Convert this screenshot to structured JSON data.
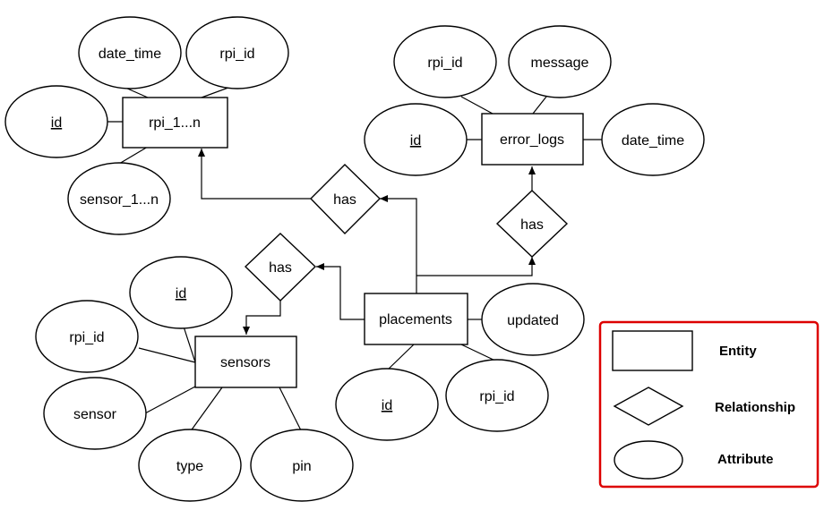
{
  "entities": {
    "rpi": "rpi_1...n",
    "error_logs": "error_logs",
    "sensors": "sensors",
    "placements": "placements"
  },
  "relationships": {
    "placements_rpi": "has",
    "placements_error_logs": "has",
    "placements_sensors": "has"
  },
  "attributes": {
    "rpi_date_time": "date_time",
    "rpi_rpi_id": "rpi_id",
    "rpi_id": "id",
    "rpi_sensor": "sensor_1...n",
    "err_rpi_id": "rpi_id",
    "err_message": "message",
    "err_id": "id",
    "err_date_time": "date_time",
    "sens_id": "id",
    "sens_rpi_id": "rpi_id",
    "sens_sensor": "sensor",
    "sens_type": "type",
    "sens_pin": "pin",
    "plc_updated": "updated",
    "plc_id": "id",
    "plc_rpi_id": "rpi_id"
  },
  "legend": {
    "entity": "Entity",
    "relationship": "Relationship",
    "attribute": "Attribute",
    "border_color": "#dd0000"
  }
}
